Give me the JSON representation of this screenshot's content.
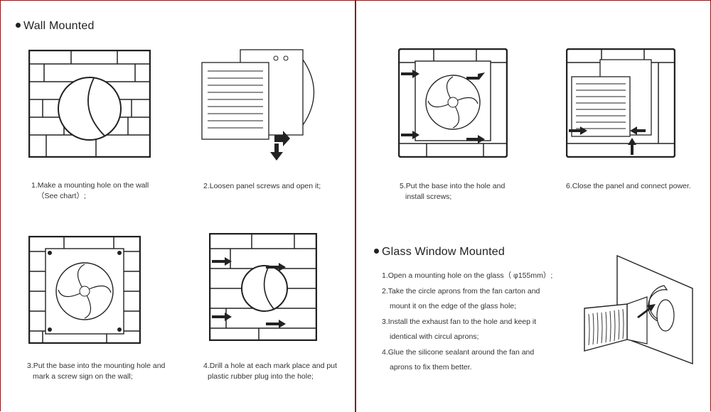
{
  "left": {
    "heading": "Wall Mounted",
    "step1": [
      "1.Make a mounting hole on the wall",
      "（See  chart）;"
    ],
    "step2": [
      "2.Loosen panel screws and open it;"
    ],
    "step3": [
      "3.Put the base into the mounting hole and",
      "mark a screw sign on the wall;"
    ],
    "step4": [
      "4.Drill a hole at each mark place and put",
      "plastic rubber plug into the hole;"
    ]
  },
  "right": {
    "step5": [
      "5.Put the base into the hole and",
      "install screws;"
    ],
    "step6": [
      "6.Close the panel and connect power."
    ],
    "glass_heading": "Glass Window Mounted",
    "glass_steps": [
      "1.Open a mounting hole on the glass（ φ155mm）;",
      "2.Take the circle aprons from the fan carton and",
      "mount it on the edge of the glass hole;",
      "3.Install the exhaust fan to the hole and keep it",
      "identical with circul aprons;",
      "4.Glue the silicone sealant around the fan and",
      "aprons to fix them better."
    ]
  },
  "colors": {
    "divider": "#8a1a1a",
    "line_art": "#222222"
  }
}
